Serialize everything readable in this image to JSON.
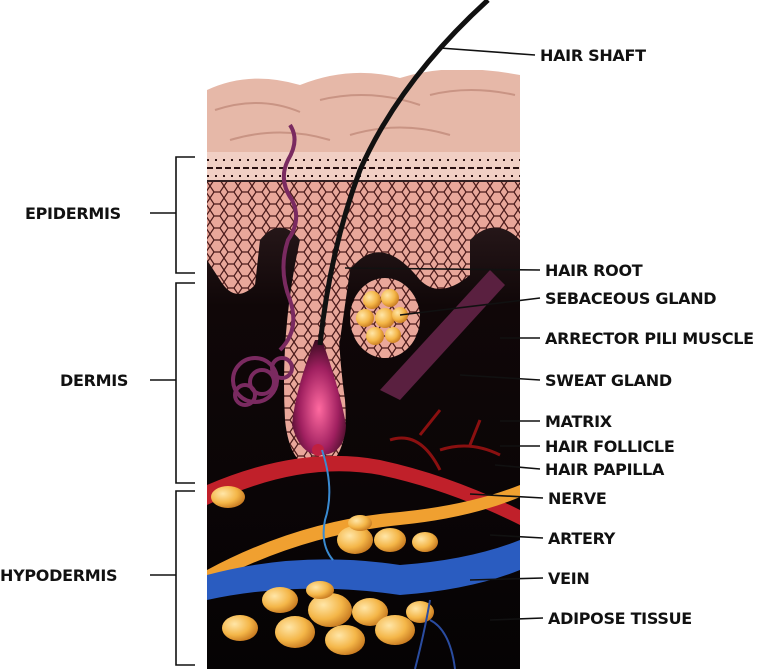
{
  "layers": [
    {
      "label": "EPIDERMIS"
    },
    {
      "label": "DERMIS"
    },
    {
      "label": "HYPODERMIS"
    }
  ],
  "structures": [
    {
      "label": "HAIR SHAFT"
    },
    {
      "label": "HAIR ROOT"
    },
    {
      "label": "SEBACEOUS GLAND"
    },
    {
      "label": "ARRECTOR PILI MUSCLE"
    },
    {
      "label": "SWEAT GLAND"
    },
    {
      "label": "MATRIX"
    },
    {
      "label": "HAIR FOLLICLE"
    },
    {
      "label": "HAIR PAPILLA"
    },
    {
      "label": "NERVE"
    },
    {
      "label": "ARTERY"
    },
    {
      "label": "VEIN"
    },
    {
      "label": "ADIPOSE TISSUE"
    }
  ],
  "colors": {
    "skin_surface": "#e6b8a8",
    "epidermis_cells": "#d98a80",
    "dermis": "#120a0c",
    "artery": "#c0202a",
    "nerve": "#f0a030",
    "vein": "#2a5cc0",
    "adipose": "#f0b040"
  }
}
